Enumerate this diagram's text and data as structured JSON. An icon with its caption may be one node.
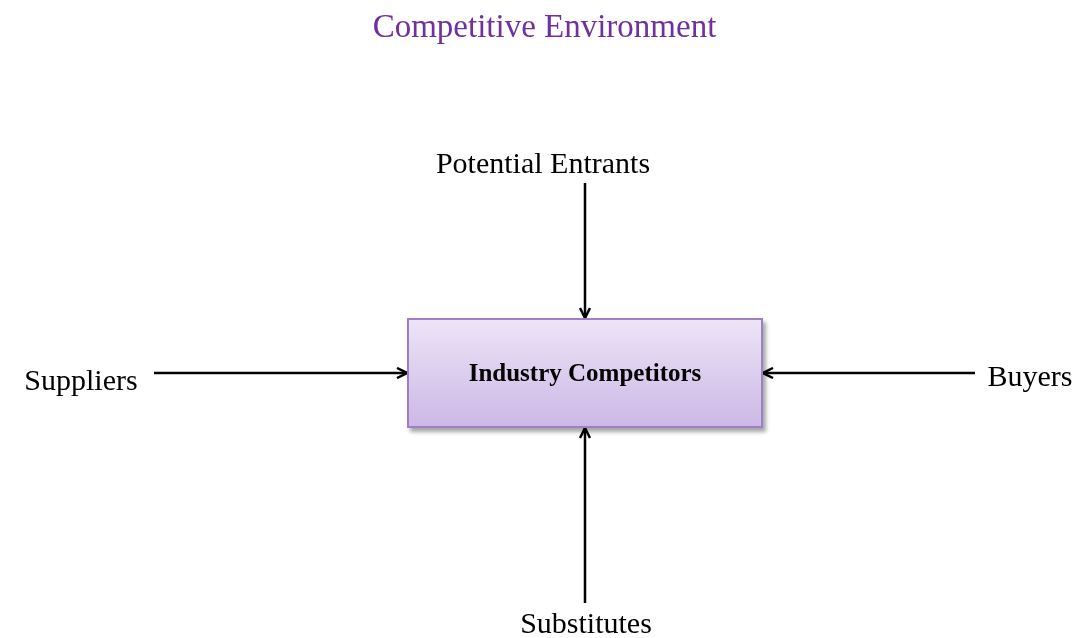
{
  "diagram": {
    "title": "Competitive Environment",
    "nodes": [
      {
        "text": [
          "Potential Entrants"
        ]
      },
      {
        "text": [
          "Suppliers"
        ]
      },
      {
        "text": [
          "Industry Competitors"
        ]
      },
      {
        "text": [
          "Buyers"
        ]
      },
      {
        "text": [
          "Substitutes"
        ]
      }
    ],
    "edges": [
      {
        "from": 0,
        "to": 2,
        "arrow": "to"
      },
      {
        "from": 1,
        "to": 2,
        "arrow": "to"
      },
      {
        "from": 3,
        "to": 2,
        "arrow": "to"
      },
      {
        "from": 4,
        "to": 2,
        "arrow": "to"
      }
    ]
  }
}
